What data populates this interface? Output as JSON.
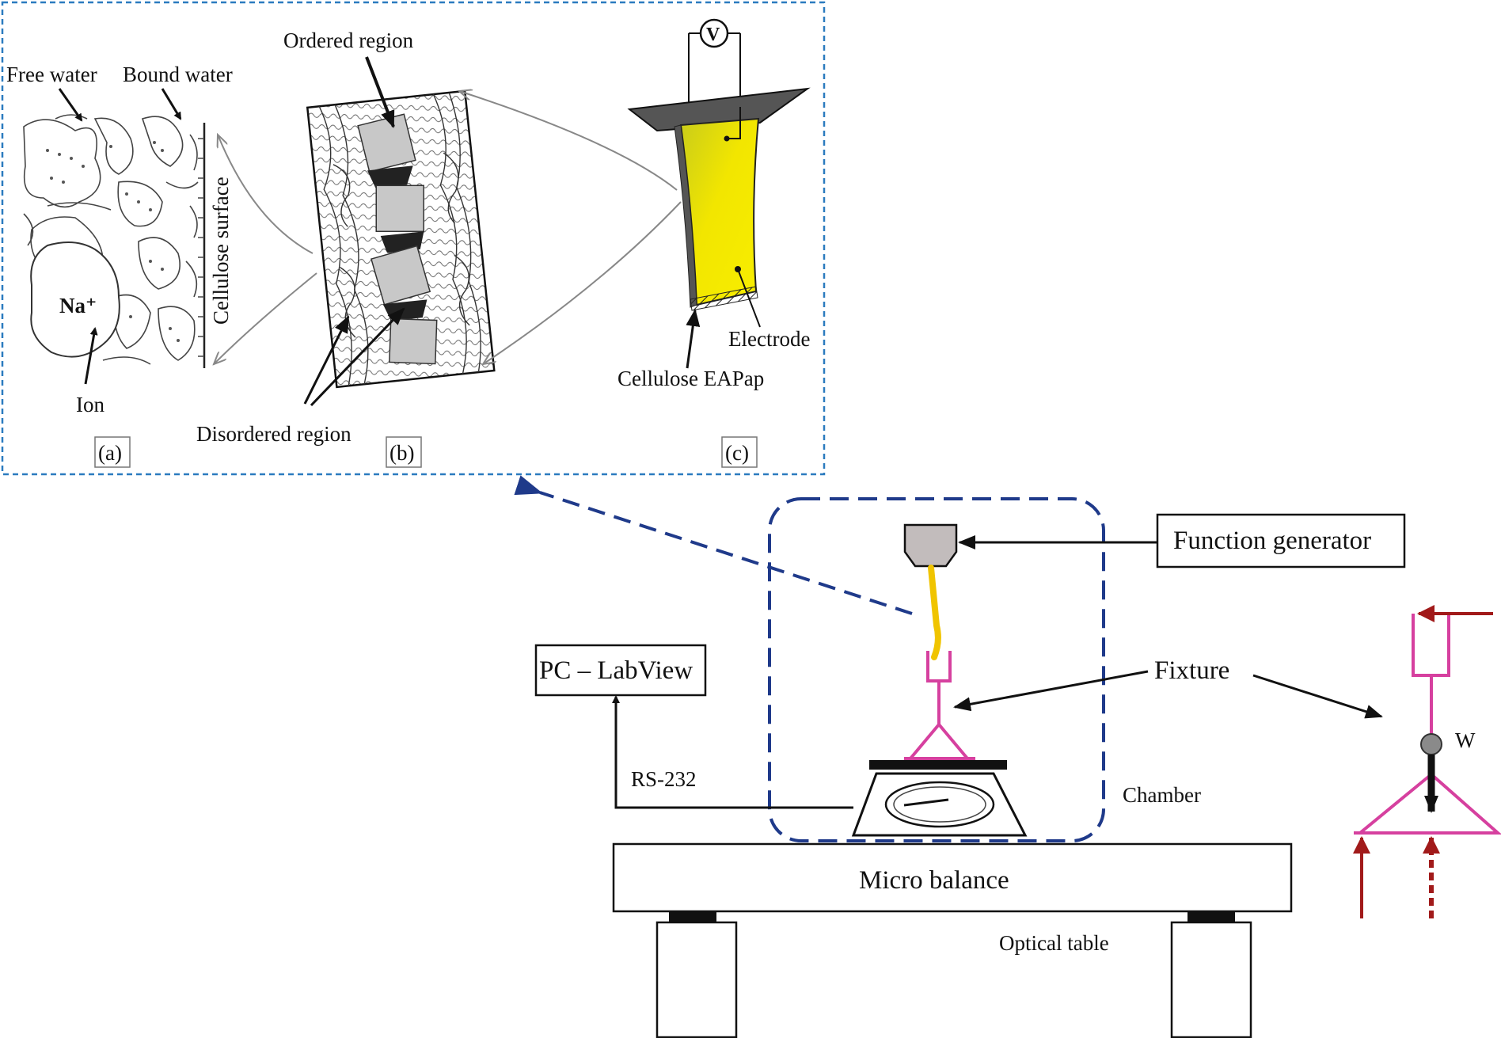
{
  "inset": {
    "panel_a": {
      "free_water": "Free water",
      "bound_water": "Bound water",
      "ion_symbol": "Na⁺",
      "ion": "Ion",
      "surface": "Cellulose surface",
      "tag": "(a)"
    },
    "panel_b": {
      "ordered": "Ordered region",
      "disordered": "Disordered region",
      "tag": "(b)"
    },
    "panel_c": {
      "voltmeter": "V",
      "electrode": "Electrode",
      "film": "Cellulose EAPap",
      "tag": "(c)"
    }
  },
  "setup": {
    "function_generator": "Function generator",
    "pc": "PC – LabView",
    "rs232": "RS-232",
    "fixture": "Fixture",
    "chamber": "Chamber",
    "micro_balance": "Micro balance",
    "optical_table": "Optical table",
    "weight": "W"
  },
  "colors": {
    "dashed_blue": "#1f3a8a",
    "inset_border": "#2b7bbf",
    "fixture_pink": "#d6409f",
    "force_red": "#a11a1a",
    "film_yellow": "#f2e600"
  }
}
